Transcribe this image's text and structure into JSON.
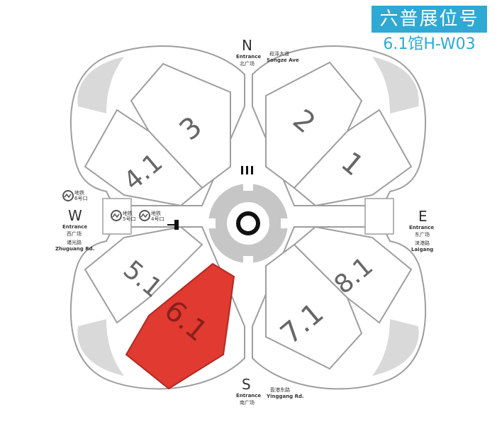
{
  "header": {
    "title": "六普展位号",
    "booth": "6.1馆H-W03"
  },
  "colors": {
    "accent": "#2fa9d3",
    "highlight": "#e03a31",
    "outline": "#9e9e9e",
    "plaza": "#c6c6c6"
  },
  "halls": [
    {
      "label": "3"
    },
    {
      "label": "4.1"
    },
    {
      "label": "2"
    },
    {
      "label": "1"
    },
    {
      "label": "5.1"
    },
    {
      "label": "6.1",
      "highlighted": true
    },
    {
      "label": "7.1"
    },
    {
      "label": "8.1"
    }
  ],
  "north": {
    "letter": "N",
    "entrance": "Entrance",
    "plaza": "北广场",
    "road_cn": "崧泽大道",
    "road_en": "Songze Ave"
  },
  "south": {
    "letter": "S",
    "entrance": "Entrance",
    "plaza": "南广场",
    "road_cn": "盈港东路",
    "road_en": "Yinggang Rd."
  },
  "west": {
    "letter": "W",
    "entrance": "Entrance",
    "plaza": "西广场",
    "road_cn": "诸光路",
    "road_en": "Zhuguang Rd."
  },
  "east": {
    "letter": "E",
    "entrance": "Entrance",
    "plaza": "东广场",
    "road_cn": "涞港路",
    "road_en": "Laigang"
  },
  "metro": {
    "station_left": {
      "line1": "地铁",
      "line2": "6号口"
    },
    "station_mid": {
      "line1": "地铁",
      "line2": "5号口"
    },
    "station_right": {
      "line1": "地铁",
      "line2": "4号口"
    }
  }
}
